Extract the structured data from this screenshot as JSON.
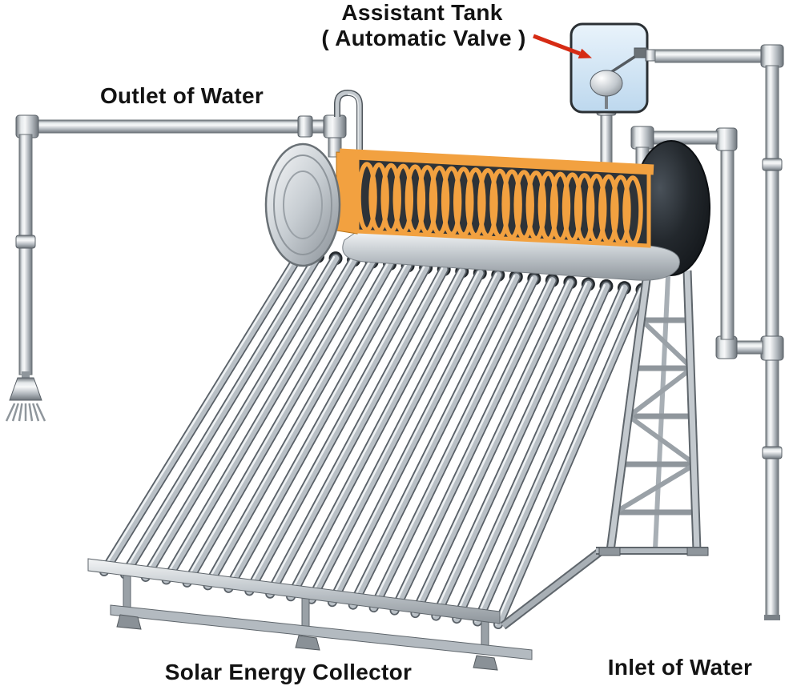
{
  "labels": {
    "assistant_tank_line1": "Assistant Tank",
    "assistant_tank_line2": "( Automatic Valve )",
    "outlet_of_water": "Outlet of Water",
    "solar_energy_collector": "Solar Energy Collector",
    "inlet_of_water": "Inlet of Water"
  },
  "colors": {
    "coil_orange": "#F2A140",
    "arrow_red": "#D62B14",
    "tank_interior": "#2E3338",
    "pipe_silver": "#C6CCD1",
    "assistant_tank_blue": "#CFE3F4",
    "background": "#FFFFFF"
  },
  "collector": {
    "tube_count": 20,
    "coil_loop_count": 23
  },
  "parts": [
    "storage-tank",
    "heat-exchanger-coil",
    "vacuum-tube-array",
    "support-stand",
    "assistant-tank",
    "float-valve",
    "outlet-pipe",
    "inlet-pipe",
    "vent-pipe",
    "shower-head",
    "collector-frame"
  ]
}
